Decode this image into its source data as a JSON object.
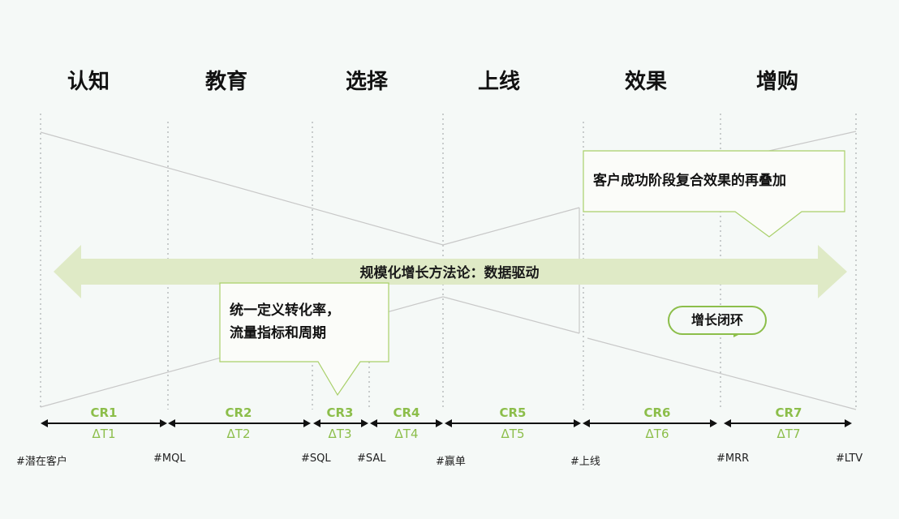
{
  "stages": [
    "认知",
    "教育",
    "选择",
    "上线",
    "效果",
    "增购"
  ],
  "milestones": [
    "#潜在客户",
    "#MQL",
    "#SQL",
    "#SAL",
    "#赢单",
    "#上线",
    "#MRR",
    "#LTV"
  ],
  "conversions": [
    {
      "cr": "CR1",
      "dt": "ΔT1"
    },
    {
      "cr": "CR2",
      "dt": "ΔT2"
    },
    {
      "cr": "CR3",
      "dt": "ΔT3"
    },
    {
      "cr": "CR4",
      "dt": "ΔT4"
    },
    {
      "cr": "CR5",
      "dt": "ΔT5"
    },
    {
      "cr": "CR6",
      "dt": "ΔT6"
    },
    {
      "cr": "CR7",
      "dt": "ΔT7"
    }
  ],
  "banner": "规模化增长方法论：数据驱动",
  "callout_left": [
    "统一定义转化率，",
    "流量指标和周期"
  ],
  "callout_right": "客户成功阶段复合效果的再叠加",
  "loop_label": "增长闭环",
  "colors": {
    "accent_green": "#8cbe4a",
    "banner_green": "#dfeac6",
    "divider": "#9aa0a0",
    "funnel_line": "#c8c8c8",
    "background": "#f5f9f7"
  }
}
